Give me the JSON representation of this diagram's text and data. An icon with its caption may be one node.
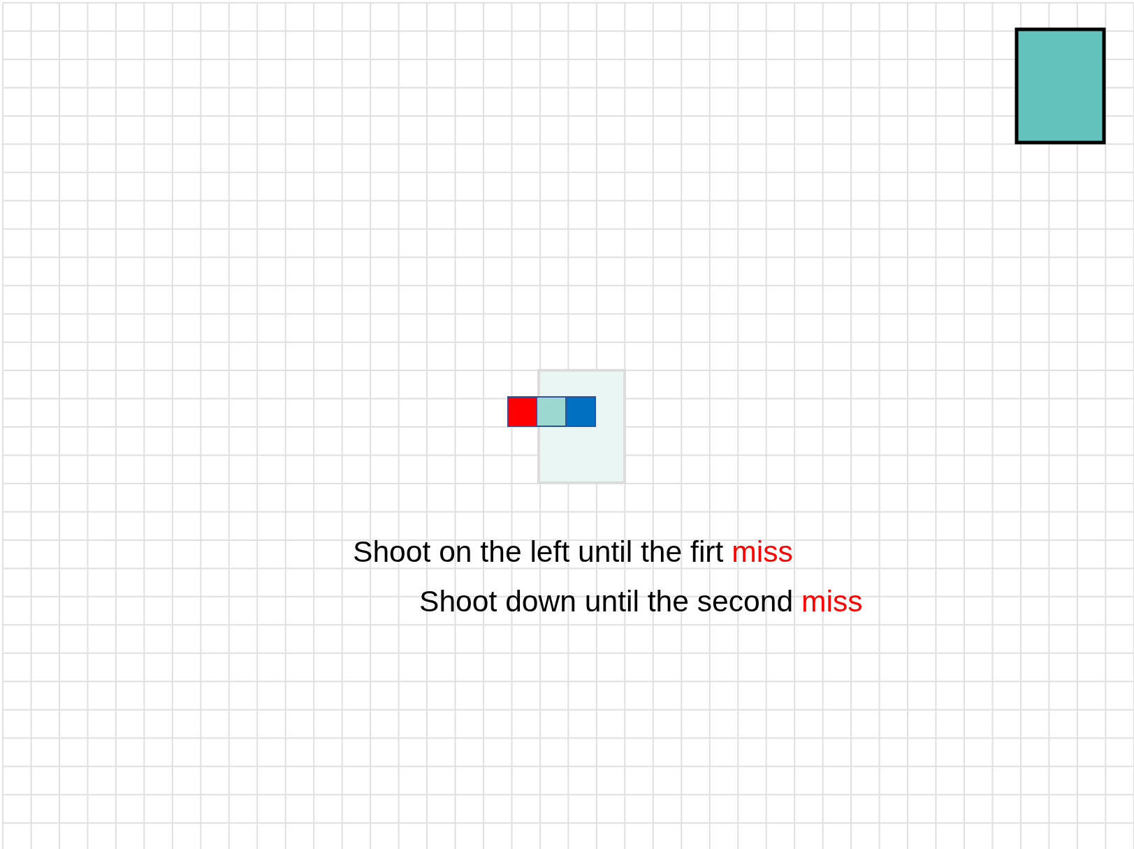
{
  "diagram": {
    "nodes": [
      {
        "text": [],
        "shape": "box"
      }
    ],
    "labels": [
      "Shoot on the left until the firt miss",
      "Shoot down until the second miss"
    ]
  }
}
